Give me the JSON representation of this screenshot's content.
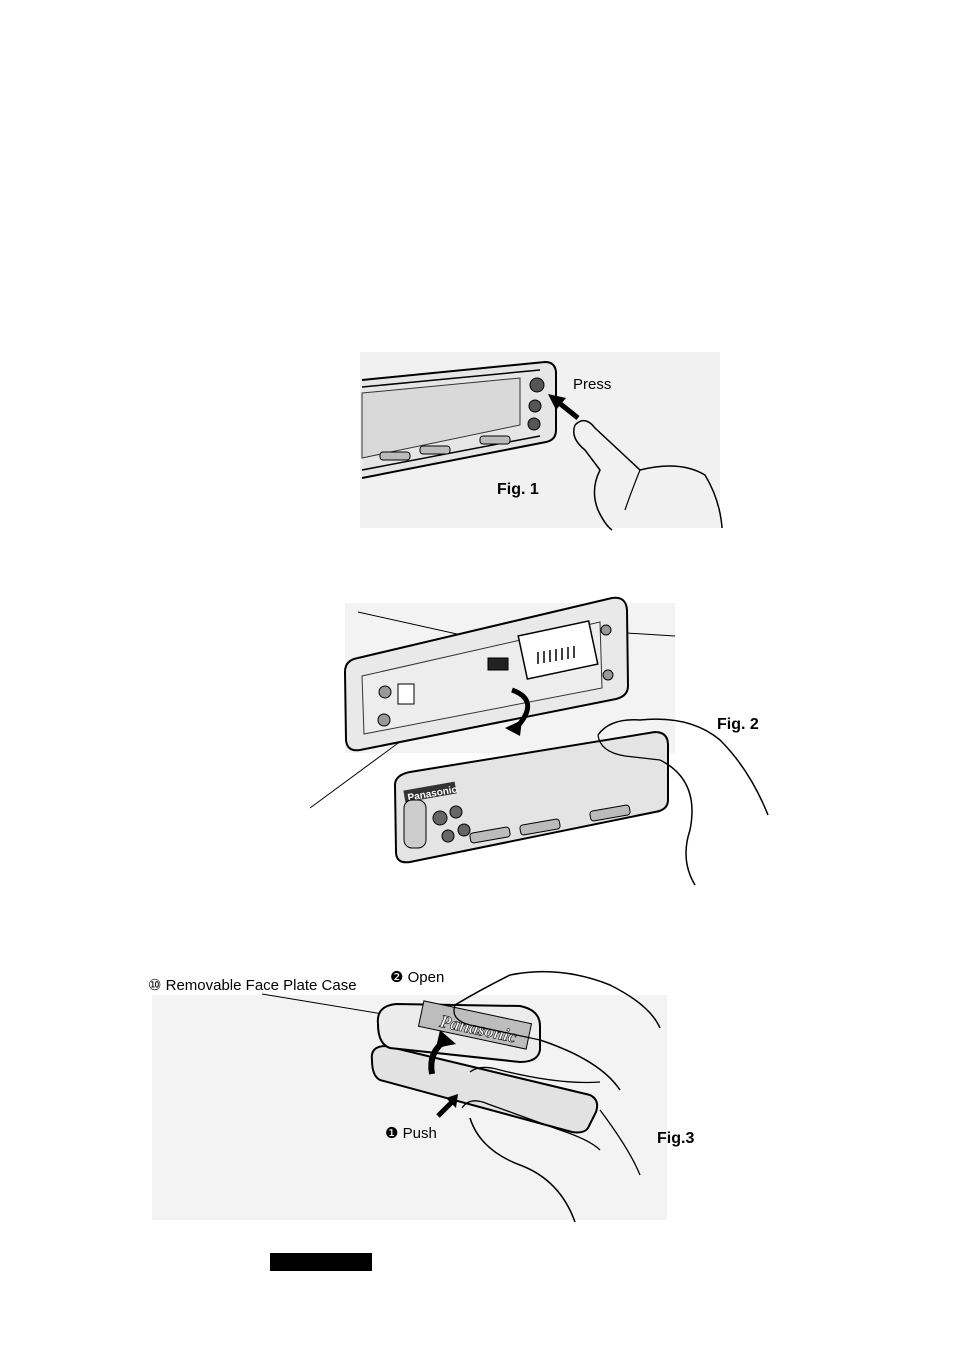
{
  "fig1": {
    "press_label": "Press",
    "caption": "Fig. 1"
  },
  "fig2": {
    "caption": "Fig. 2",
    "brand": "Panasonic"
  },
  "fig3": {
    "case_label": "⑩ Removable Face Plate Case",
    "open_label": "❷ Open",
    "push_label": "❶ Push",
    "caption": "Fig.3",
    "brand": "Panasonic"
  }
}
